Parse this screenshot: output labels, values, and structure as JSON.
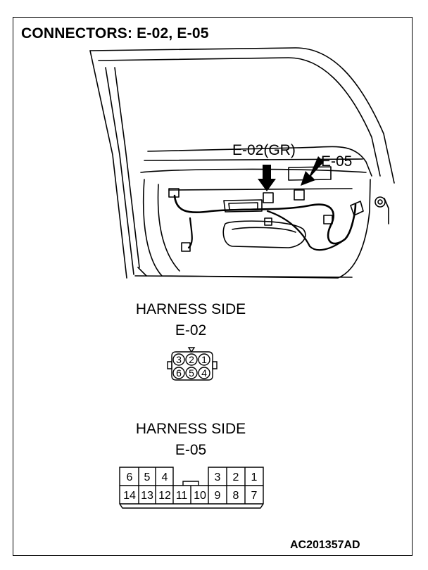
{
  "title": "CONNECTORS: E-02, E-05",
  "callouts": {
    "e02": "E-02(GR)",
    "e05": "E-05"
  },
  "connector_e02": {
    "side_label": "HARNESS SIDE",
    "name": "E-02",
    "pins_top": [
      "3",
      "2",
      "1"
    ],
    "pins_bottom": [
      "6",
      "5",
      "4"
    ]
  },
  "connector_e05": {
    "side_label": "HARNESS SIDE",
    "name": "E-05",
    "top_left": [
      "6",
      "5",
      "4"
    ],
    "top_right": [
      "3",
      "2",
      "1"
    ],
    "bottom": [
      "14",
      "13",
      "12",
      "11",
      "10",
      "9",
      "8",
      "7"
    ]
  },
  "document_id": "AC201357AD"
}
